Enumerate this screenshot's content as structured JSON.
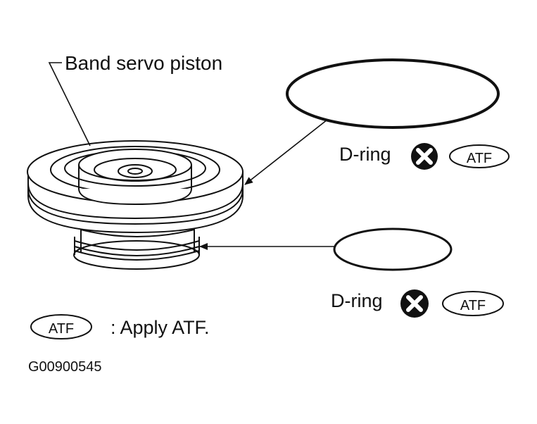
{
  "labels": {
    "part_name": "Band servo piston",
    "upper_ring": "D-ring",
    "lower_ring": "D-ring",
    "atf_badge": "ATF",
    "legend_text": ": Apply ATF.",
    "figure_id": "G00900545"
  },
  "icons": {
    "replace_symbol": "circled-x-icon",
    "atf_symbol": "atf-oval-badge"
  },
  "colors": {
    "ink": "#111111",
    "paper": "#ffffff"
  }
}
